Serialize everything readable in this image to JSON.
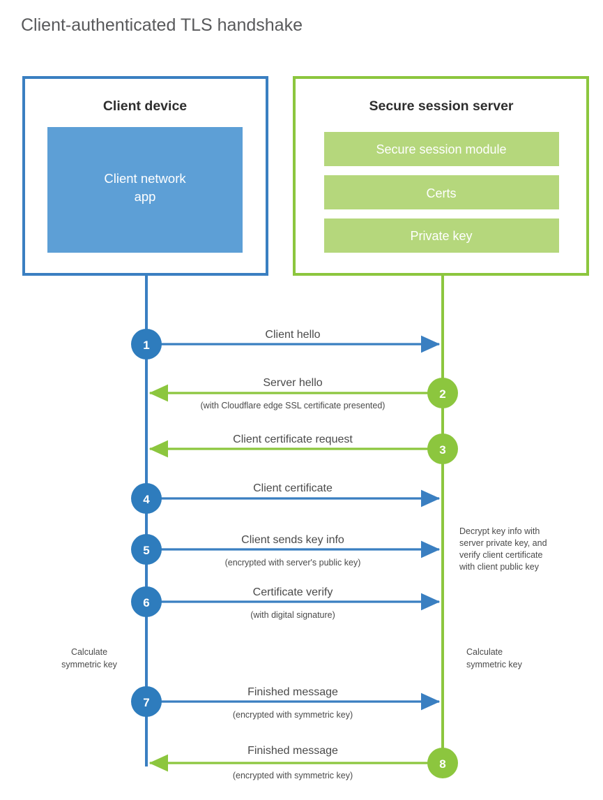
{
  "page": {
    "title": "Client-authenticated TLS handshake"
  },
  "colors": {
    "client_accent": "#3a7fc1",
    "client_circle": "#2e7cbd",
    "client_fill": "#5d9fd6",
    "server_accent": "#8cc63e",
    "server_fill": "#b5d77c",
    "title_text": "#58595b",
    "body_text": "#4a4a4a"
  },
  "client": {
    "title": "Client device",
    "app_label_line1": "Client network",
    "app_label_line2": "app",
    "note": {
      "line1": "Calculate",
      "line2": "symmetric key"
    }
  },
  "server": {
    "title": "Secure session server",
    "modules": [
      {
        "label": "Secure session module"
      },
      {
        "label": "Certs"
      },
      {
        "label": "Private key"
      }
    ],
    "note_decrypt": {
      "line1": "Decrypt key info with",
      "line2": "server private key, and",
      "line3": "verify client certificate",
      "line4": "with client public key"
    },
    "note_symmetric": {
      "line1": "Calculate",
      "line2": "symmetric key"
    }
  },
  "steps": [
    {
      "number": "1",
      "label": "Client hello",
      "sublabel": "",
      "direction": "client-to-server",
      "side": "client"
    },
    {
      "number": "2",
      "label": "Server hello",
      "sublabel": "(with Cloudflare edge SSL certificate presented)",
      "direction": "server-to-client",
      "side": "server"
    },
    {
      "number": "3",
      "label": "Client certificate request",
      "sublabel": "",
      "direction": "server-to-client",
      "side": "server"
    },
    {
      "number": "4",
      "label": "Client certificate",
      "sublabel": "",
      "direction": "client-to-server",
      "side": "client"
    },
    {
      "number": "5",
      "label": "Client sends key info",
      "sublabel": "(encrypted with server's public key)",
      "direction": "client-to-server",
      "side": "client"
    },
    {
      "number": "6",
      "label": "Certificate verify",
      "sublabel": "(with digital signature)",
      "direction": "client-to-server",
      "side": "client"
    },
    {
      "number": "7",
      "label": "Finished message",
      "sublabel": "(encrypted with symmetric key)",
      "direction": "client-to-server",
      "side": "client"
    },
    {
      "number": "8",
      "label": "Finished message",
      "sublabel": "(encrypted with symmetric key)",
      "direction": "server-to-client",
      "side": "server"
    }
  ]
}
